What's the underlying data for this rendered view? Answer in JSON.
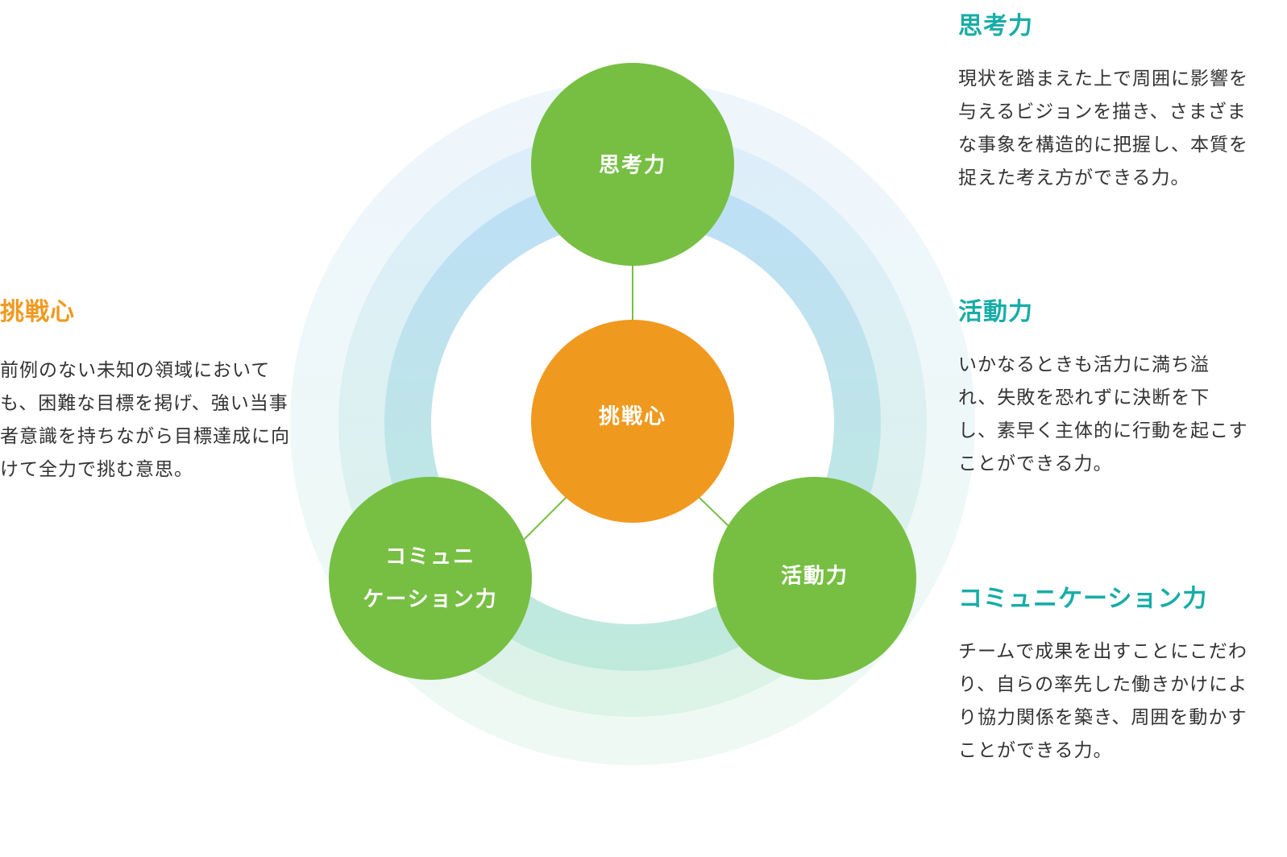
{
  "colors": {
    "accent_orange": "#F0991F",
    "accent_green": "#77BF43",
    "accent_teal": "#16ADA7",
    "text": "#333333"
  },
  "nodes": {
    "center": {
      "label": "挑戦心"
    },
    "top": {
      "label": "思考力"
    },
    "bottom_right": {
      "label": "活動力"
    },
    "bottom_left": {
      "label_lines": [
        "コミュニ",
        "ケーション力"
      ]
    }
  },
  "descriptions": {
    "challenge": {
      "title": "挑戦心",
      "lines": [
        "前例のない未知の領域において",
        "も、困難な目標を掲げ、強い当事",
        "者意識を持ちながら目標達成に向",
        "けて全力で挑む意思。"
      ]
    },
    "thinking": {
      "title": "思考力",
      "lines": [
        "現状を踏まえた上で周囲に影響を",
        "与えるビジョンを描き、さまざま",
        "な事象を構造的に把握し、本質を",
        "捉えた考え方ができる力。"
      ]
    },
    "action": {
      "title": "活動力",
      "lines": [
        "いかなるときも活力に満ち溢",
        "れ、失敗を恐れずに決断を下",
        "し、素早く主体的に行動を起こす",
        "ことができる力。"
      ]
    },
    "communication": {
      "title": "コミュニケーション力",
      "lines": [
        "チームで成果を出すことにこだわ",
        "り、自らの率先した働きかけによ",
        "り協力関係を築き、周囲を動かす",
        "ことができる力。"
      ]
    }
  }
}
